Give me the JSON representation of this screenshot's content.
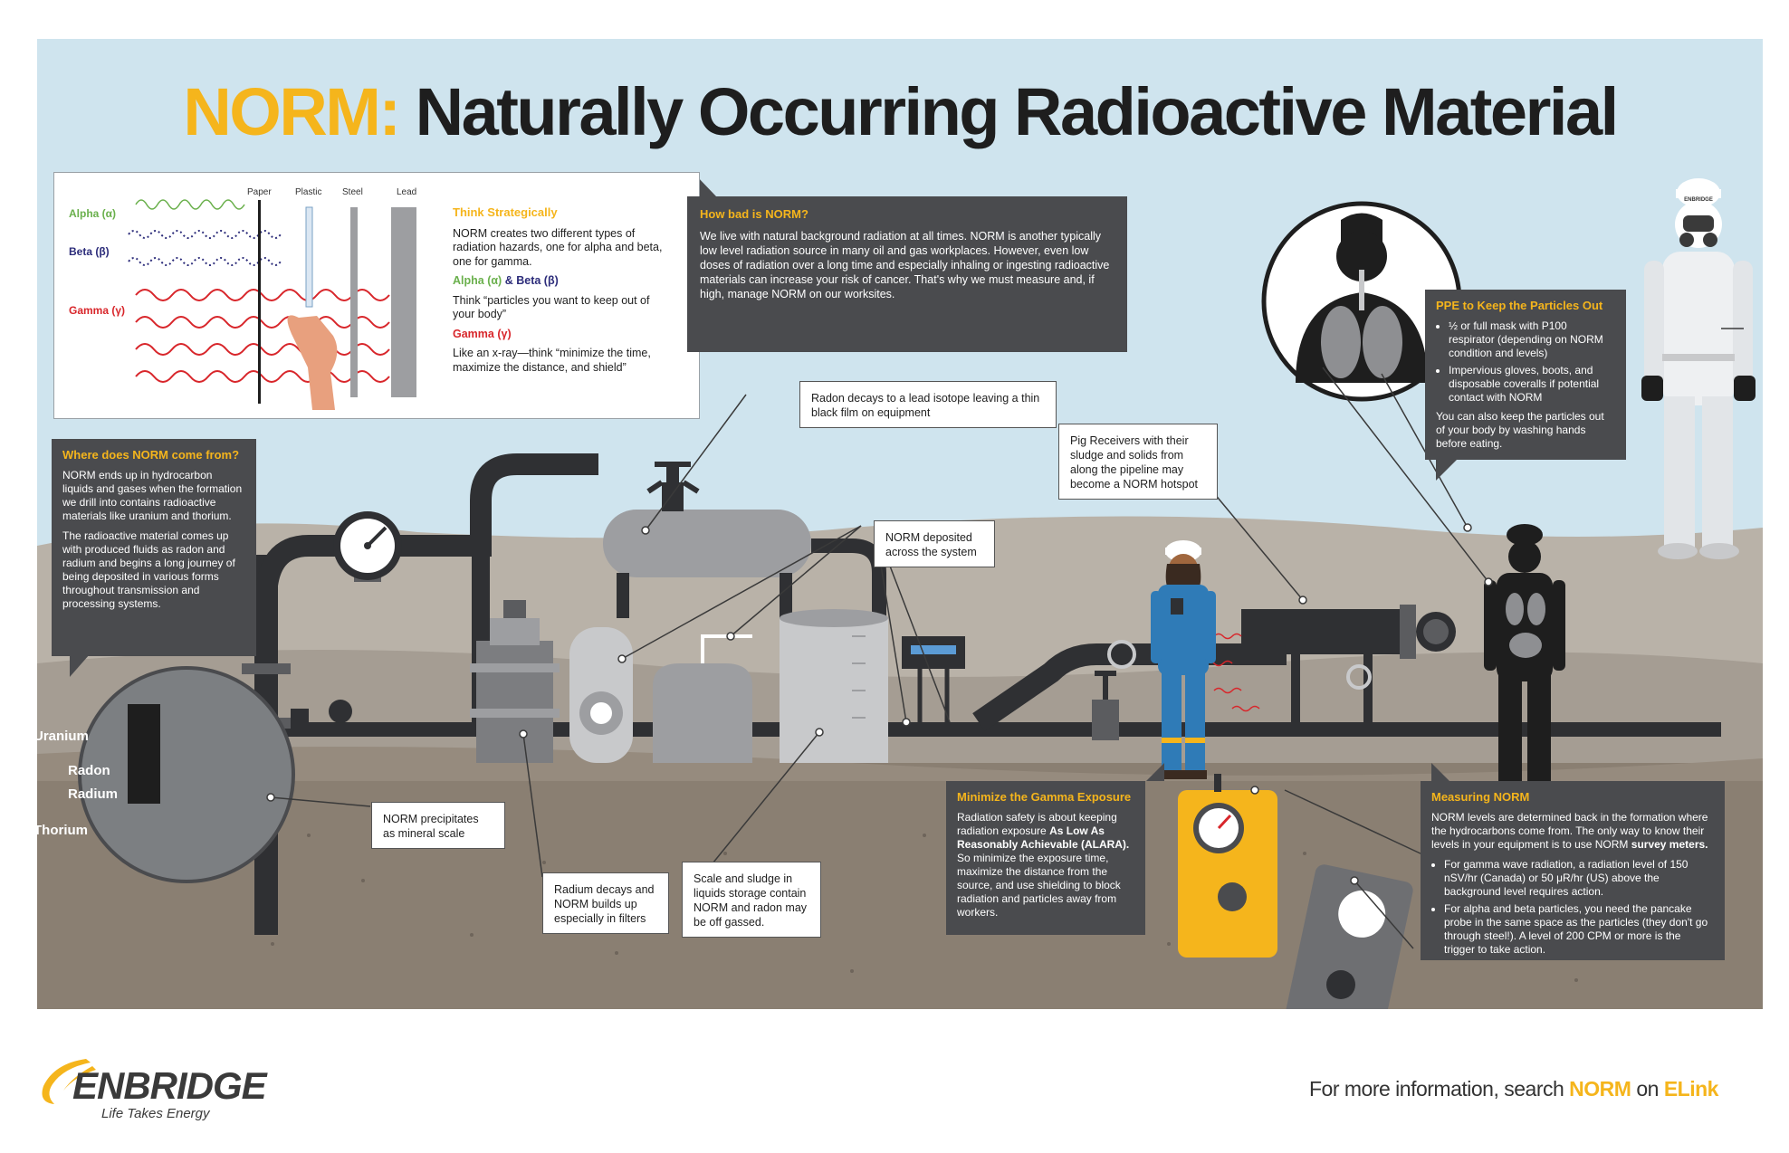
{
  "title": {
    "prefix": "NORM:",
    "rest": "Naturally Occurring Radioactive Material"
  },
  "think": {
    "labels": {
      "alpha": "Alpha (α)",
      "beta": "Beta (β)",
      "gamma": "Gamma (γ)"
    },
    "materials": [
      "Paper",
      "Plastic",
      "Steel",
      "Lead"
    ],
    "heading": "Think Strategically",
    "p1": "NORM creates two different types of radiation hazards, one for alpha and beta, one for gamma.",
    "ab_alpha": "Alpha (α)",
    "ab_and": "&",
    "ab_beta": "Beta (β)",
    "p2": "Think “particles you want to keep out of your body”",
    "gamma_head": "Gamma (γ)",
    "p3": "Like an x-ray—think “minimize the time, maximize the distance, and shield”"
  },
  "how_bad": {
    "heading": "How bad is NORM?",
    "body": "We live with natural background radiation at all times. NORM is another typically low level radiation source in many oil and gas workplaces. However, even low doses of radiation over a long time and especially inhaling or ingesting radioactive materials can increase your risk of cancer. That's why we must measure and, if high, manage NORM on our worksites."
  },
  "where": {
    "heading": "Where does NORM come from?",
    "p1": "NORM ends up in hydrocarbon liquids and gases when the formation we drill into contains radioactive materials like uranium and thorium.",
    "p2": "The radioactive material comes up with produced fluids as radon and radium and begins a long journey of being deposited in various forms throughout transmission and processing systems."
  },
  "elements": {
    "uranium": "Uranium",
    "radon": "Radon",
    "radium": "Radium",
    "thorium": "Thorium"
  },
  "callouts": {
    "radon_decay": "Radon decays to a lead isotope leaving a thin black film on equipment",
    "deposited": "NORM deposited across the system",
    "pig": "Pig Receivers with their sludge and solids from along the pipeline may become a NORM hotspot",
    "precipitates": "NORM precipitates as mineral scale",
    "radium_filters": "Radium decays and NORM builds up especially in filters",
    "scale_sludge": "Scale and sludge in liquids storage contain NORM and radon may be off gassed."
  },
  "ppe": {
    "heading": "PPE to Keep the Particles Out",
    "items": [
      "½ or full mask with P100 respirator (depending on NORM condition and levels)",
      "Impervious gloves, boots, and disposable coveralls if potential contact with NORM"
    ],
    "tail": "You can also keep the particles out of your body by washing hands before eating."
  },
  "gamma_min": {
    "heading": "Minimize the Gamma Exposure",
    "body1": "Radiation safety is about keeping radiation exposure",
    "alara": "As Low As Reasonably Achievable (ALARA).",
    "body2": "So minimize the exposure time, maximize the distance from the source, and use shielding to block radiation and particles away from workers."
  },
  "measuring": {
    "heading": "Measuring NORM",
    "intro": "NORM levels are determined back in the formation where the hydrocarbons come from. The only way to know their levels in your equipment is to use NORM",
    "intro_bold": "survey meters.",
    "items": [
      "For gamma wave radiation, a radiation level of 150 nSV/hr (Canada) or 50 μR/hr (US) above the background level requires action.",
      "For alpha and beta particles, you need the pancake probe in the same space as the particles (they don't go through steel!). A level of 200 CPM or more is the trigger to take action."
    ]
  },
  "footer": {
    "prefix": "For more information, search",
    "norm": "NORM",
    "on": "on",
    "elink": "ELink"
  },
  "logo": {
    "name": "ENBRIDGE",
    "tagline": "Life Takes Energy"
  },
  "helmet_text": "ENBRIDGE",
  "colors": {
    "accent": "#f5b51c",
    "panel": "#4a4b4e",
    "sky": "#cfe4ee",
    "ground": "#8a7f72"
  }
}
